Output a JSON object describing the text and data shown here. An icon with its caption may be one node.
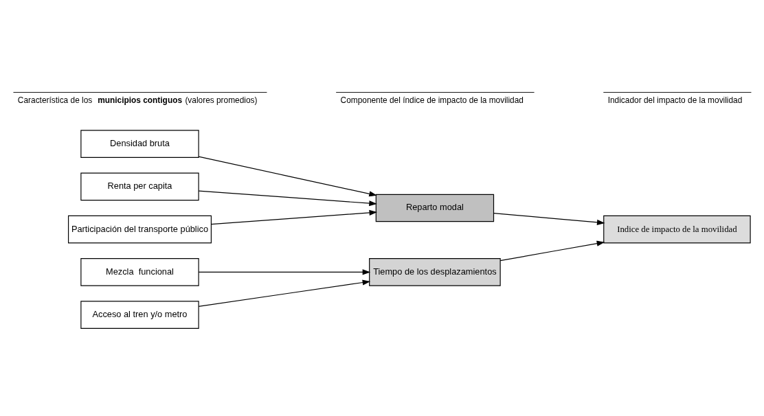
{
  "diagram": {
    "nodes": [
      {
        "text": [
          "Densidad bruta"
        ]
      },
      {
        "text": [
          "Mezcla  funcional"
        ]
      },
      {
        "text": [
          "Renta per capita"
        ]
      },
      {
        "text": [
          "Acceso al tren y/o metro"
        ]
      },
      {
        "text": [
          "Participación del transporte público"
        ]
      },
      {
        "text": [
          "Reparto modal"
        ]
      },
      {
        "text": [
          "Tiempo de los desplazamientos"
        ]
      },
      {
        "text": [
          "Indice de impacto de la movilidad"
        ]
      }
    ],
    "edges": [
      {
        "from": 0,
        "to": 5,
        "arrow": "to"
      },
      {
        "from": 1,
        "to": 6,
        "arrow": "to"
      },
      {
        "from": 2,
        "to": 5,
        "arrow": "to"
      },
      {
        "from": 3,
        "to": 6,
        "arrow": "to"
      },
      {
        "from": 4,
        "to": 5,
        "arrow": "to"
      },
      {
        "from": 5,
        "to": 7,
        "arrow": "to"
      },
      {
        "from": 6,
        "to": 7,
        "arrow": "to"
      }
    ],
    "labels": [
      "Característica de los **municipios contiguos** (valores promedios)",
      "Componente del índice de impacto de la movilidad",
      "Indicador del impacto de la movilidad"
    ]
  }
}
